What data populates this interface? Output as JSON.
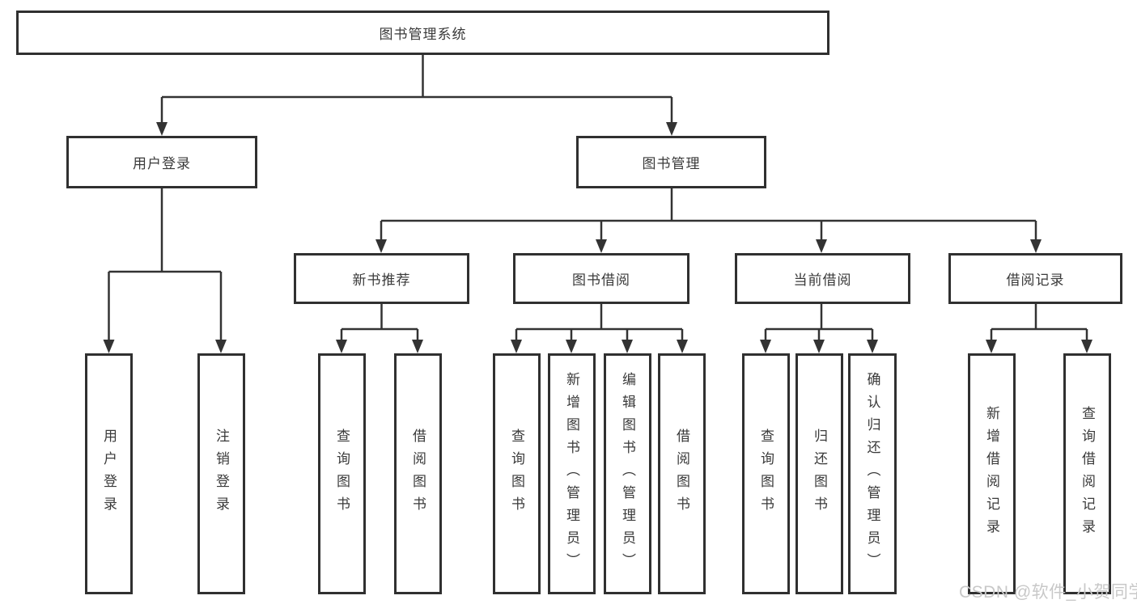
{
  "diagram": {
    "title": "图书管理系统",
    "branches": [
      {
        "label": "用户登录",
        "children": [
          {
            "label": "用户登录"
          },
          {
            "label": "注销登录"
          }
        ]
      },
      {
        "label": "图书管理",
        "children": [
          {
            "label": "新书推荐",
            "children": [
              {
                "label": "查询图书"
              },
              {
                "label": "借阅图书"
              }
            ]
          },
          {
            "label": "图书借阅",
            "children": [
              {
                "label": "查询图书"
              },
              {
                "label": "新增图书（管理员）"
              },
              {
                "label": "编辑图书（管理员）"
              },
              {
                "label": "借阅图书"
              }
            ]
          },
          {
            "label": "当前借阅",
            "children": [
              {
                "label": "查询图书"
              },
              {
                "label": "归还图书"
              },
              {
                "label": "确认归还（管理员）"
              }
            ]
          },
          {
            "label": "借阅记录",
            "children": [
              {
                "label": "新增借阅记录"
              },
              {
                "label": "查询借阅记录"
              }
            ]
          }
        ]
      }
    ]
  },
  "watermark": {
    "text": "CSDN @软件_小贺同学"
  },
  "colors": {
    "line": "#333333",
    "box_border": "#303030",
    "text": "#3a3a3a",
    "watermark": "#c8c8c8",
    "background": "#ffffff"
  }
}
